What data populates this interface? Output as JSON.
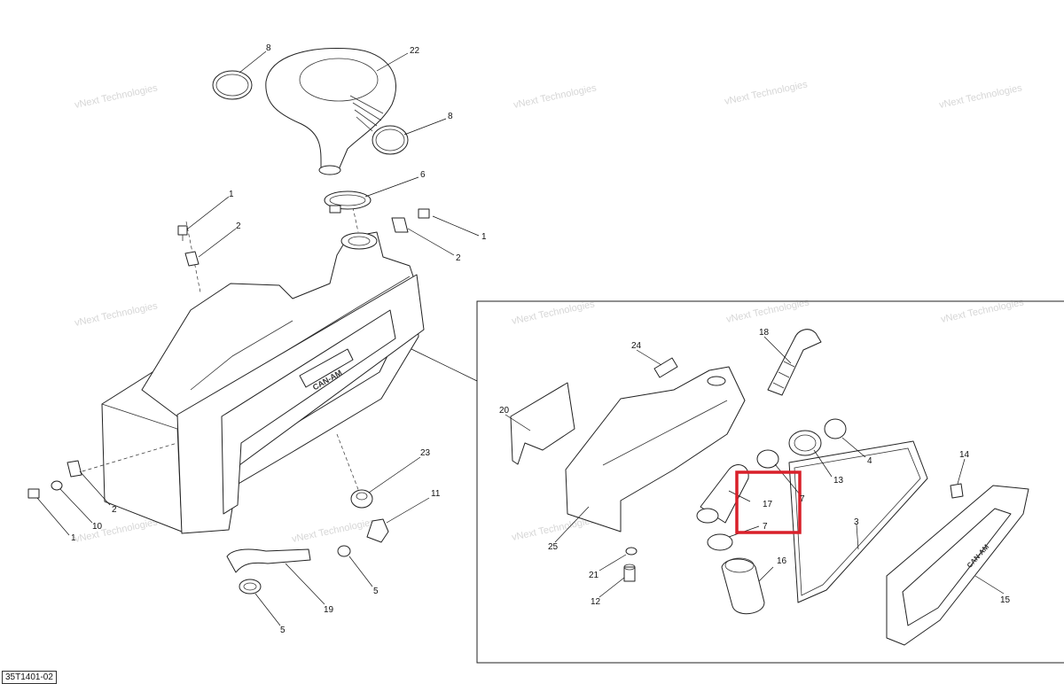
{
  "drawing_code": "35T1401-02",
  "watermark": [
    "vNext Technologies",
    "Technologies"
  ],
  "highlight_color": "#d9202a",
  "callouts": [
    {
      "id": "c8a",
      "text": "8"
    },
    {
      "id": "c22",
      "text": "22"
    },
    {
      "id": "c8b",
      "text": "8"
    },
    {
      "id": "c6",
      "text": "6"
    },
    {
      "id": "c1a",
      "text": "1"
    },
    {
      "id": "c2a",
      "text": "2"
    },
    {
      "id": "c1b",
      "text": "1"
    },
    {
      "id": "c2b",
      "text": "2"
    },
    {
      "id": "c2c",
      "text": "2"
    },
    {
      "id": "c10",
      "text": "10"
    },
    {
      "id": "c1c",
      "text": "1"
    },
    {
      "id": "c23",
      "text": "23"
    },
    {
      "id": "c11",
      "text": "11"
    },
    {
      "id": "c5a",
      "text": "5"
    },
    {
      "id": "c19",
      "text": "19"
    },
    {
      "id": "c5b",
      "text": "5"
    },
    {
      "id": "c18",
      "text": "18"
    },
    {
      "id": "c24",
      "text": "24"
    },
    {
      "id": "c20",
      "text": "20"
    },
    {
      "id": "c13",
      "text": "13"
    },
    {
      "id": "c4",
      "text": "4"
    },
    {
      "id": "c7a",
      "text": "7"
    },
    {
      "id": "c17",
      "text": "17"
    },
    {
      "id": "c7b",
      "text": "7"
    },
    {
      "id": "c14",
      "text": "14"
    },
    {
      "id": "c3",
      "text": "3"
    },
    {
      "id": "c25",
      "text": "25"
    },
    {
      "id": "c16",
      "text": "16"
    },
    {
      "id": "c21",
      "text": "21"
    },
    {
      "id": "c12",
      "text": "12"
    },
    {
      "id": "c15",
      "text": "15"
    }
  ]
}
